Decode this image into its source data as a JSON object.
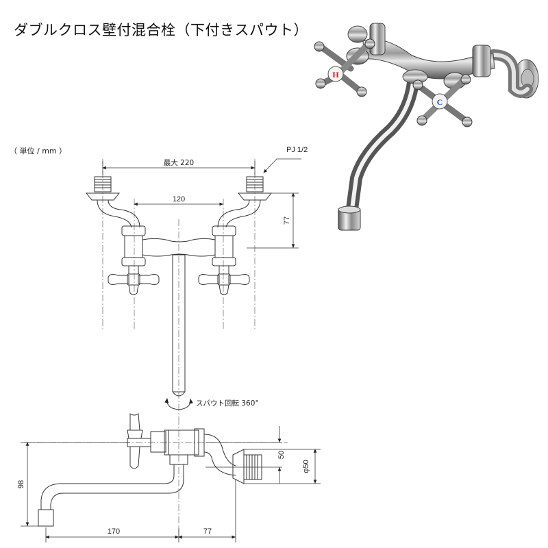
{
  "title": "ダブルクロス壁付混合栓（下付きスパウト）",
  "unit_note": "（ 単位 / mm ）",
  "dimensions": {
    "max_width": "最大 220",
    "center_distance": "120",
    "height_top": "77",
    "thread": "PJ 1/2",
    "spout_rotation": "スパウト回転 360°",
    "side_height": "50",
    "flange_diameter": "φ50",
    "overall_height": "98",
    "spout_reach": "170",
    "wall_depth": "77"
  },
  "photo": {
    "hot_mark": "H",
    "cold_mark": "C",
    "hot_color": "#cc2222",
    "cold_color": "#2255cc"
  }
}
